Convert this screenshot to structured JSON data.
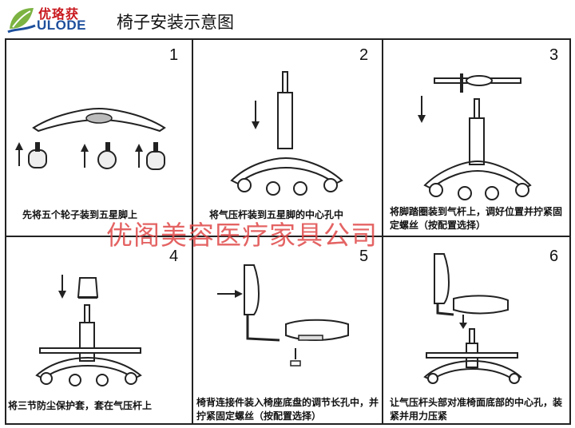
{
  "brand": {
    "name_cn": "优珞获",
    "name_en": "ULODE"
  },
  "title": "椅子安装示意图",
  "watermark": "优阁美容医疗家具公司",
  "steps": [
    {
      "number": "1",
      "caption": "先将五个轮子装到五星脚上"
    },
    {
      "number": "2",
      "caption": "将气压杆装到五星脚的中心孔中"
    },
    {
      "number": "3",
      "caption": "将脚踏圈装到气杆上，调好位置并拧紧固定螺丝（按配置选择）"
    },
    {
      "number": "4",
      "caption": "将三节防尘保护套，套在气压杆上"
    },
    {
      "number": "5",
      "caption": "椅背连接件装入椅座底盘的调节长孔中，并拧紧固定螺丝（按配置选择）"
    },
    {
      "number": "6",
      "caption": "让气压杆头部对准椅面底部的中心孔，装紧并用力压紧"
    }
  ],
  "colors": {
    "brand_red": "#c8171d",
    "brand_blue": "#1d4f9c",
    "watermark": "#e04848",
    "line": "#222222"
  }
}
